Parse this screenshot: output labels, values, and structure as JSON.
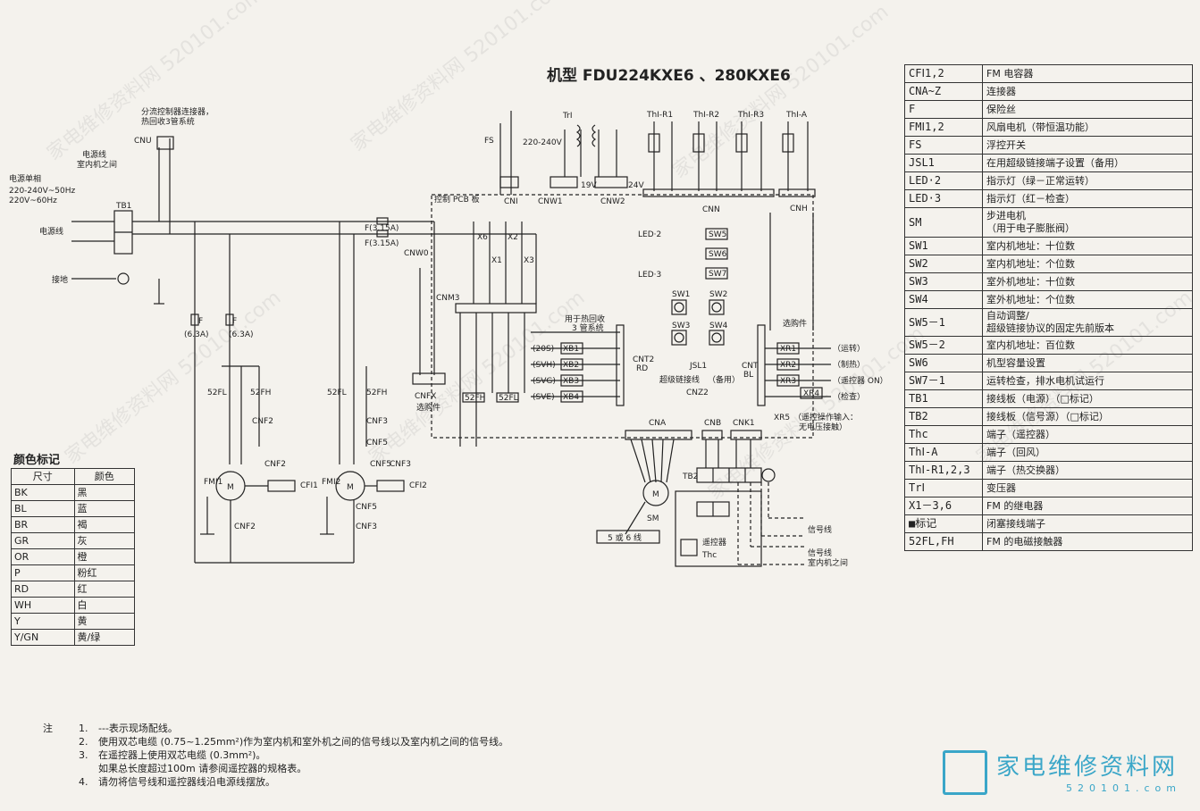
{
  "title": "机型 FDU224KXE6 、280KXE6",
  "legend": [
    {
      "code": "CFⅠ1,2",
      "desc": "FM 电容器"
    },
    {
      "code": "CNA~Z",
      "desc": "连接器"
    },
    {
      "code": "F",
      "desc": "保险丝"
    },
    {
      "code": "FMⅠ1,2",
      "desc": "风扇电机（带恒温功能）"
    },
    {
      "code": "FS",
      "desc": "浮控开关"
    },
    {
      "code": "JSL1",
      "desc": "在用超级链接端子设置（备用）"
    },
    {
      "code": "LED·2",
      "desc": "指示灯（绿－正常运转）"
    },
    {
      "code": "LED·3",
      "desc": "指示灯（红－检查）"
    },
    {
      "code": "SM",
      "desc": "步进电机",
      "desc2": "（用于电子膨胀阀）"
    },
    {
      "code": "SW1",
      "desc": "室内机地址：十位数"
    },
    {
      "code": "SW2",
      "desc": "室内机地址：个位数"
    },
    {
      "code": "SW3",
      "desc": "室外机地址：十位数"
    },
    {
      "code": "SW4",
      "desc": "室外机地址：个位数"
    },
    {
      "code": "SW5－1",
      "desc": "自动调整/",
      "desc2": "超级链接协议的固定先前版本"
    },
    {
      "code": "SW5－2",
      "desc": "室内机地址：百位数"
    },
    {
      "code": "SW6",
      "desc": "机型容量设置"
    },
    {
      "code": "SW7－1",
      "desc": "运转检查，排水电机试运行"
    },
    {
      "code": "TB1",
      "desc": "接线板（电源）（□标记）"
    },
    {
      "code": "TB2",
      "desc": "接线板（信号源）（□标记）"
    },
    {
      "code": "Thc",
      "desc": "端子（遥控器）"
    },
    {
      "code": "ThⅠ-A",
      "desc": "端子（回风）"
    },
    {
      "code": "ThⅠ-R1,2,3",
      "desc": "端子（热交换器）"
    },
    {
      "code": "TrⅠ",
      "desc": "变压器"
    },
    {
      "code": "X1－3,6",
      "desc": "FM 的继电器"
    },
    {
      "code": "■标记",
      "desc": "闭塞接线端子"
    },
    {
      "code": "52FL,FH",
      "desc": "FM 的电磁接触器"
    }
  ],
  "color_table": {
    "title": "颜色标记",
    "headers": [
      "尺寸",
      "颜色"
    ],
    "rows": [
      [
        "BK",
        "黑"
      ],
      [
        "BL",
        "蓝"
      ],
      [
        "BR",
        "褐"
      ],
      [
        "GR",
        "灰"
      ],
      [
        "OR",
        "橙"
      ],
      [
        "P",
        "粉红"
      ],
      [
        "RD",
        "红"
      ],
      [
        "WH",
        "白"
      ],
      [
        "Y",
        "黄"
      ],
      [
        "Y/GN",
        "黄/绿"
      ]
    ]
  },
  "notes": {
    "label": "注",
    "items": [
      {
        "num": "1.",
        "text": "---表示现场配线。"
      },
      {
        "num": "2.",
        "text": "使用双芯电缆 (0.75~1.25mm²)作为室内机和室外机之间的信号线以及室内机之间的信号线。"
      },
      {
        "num": "3.",
        "text": "在遥控器上使用双芯电缆 (0.3mm²)。"
      },
      {
        "num": "",
        "text": "如果总长度超过100m  请参阅遥控器的规格表。"
      },
      {
        "num": "4.",
        "text": "请勿将信号线和遥控器线沿电源线摆放。"
      }
    ]
  },
  "diagram_labels": {
    "power_source": "电源单相",
    "power_v1": "220-240V~50Hz",
    "power_v2": "220V~60Hz",
    "power_line": "电源线",
    "ground": "接地",
    "tb1": "TB1",
    "cnu": "CNU",
    "cnu_note1": "分流控制器连接器，",
    "cnu_note2": "热回收3管系统",
    "between_units1": "电源线",
    "between_units2": "室内机之间",
    "pcb": "控制 PCB 板",
    "fuse1": "F(3.15A)",
    "fuse2": "F(3.15A)",
    "fuse3": "F",
    "fuse4": "F",
    "fuse3_rating": "(6.3A)",
    "fuse4_rating": "(6.3A)",
    "tr": "TrⅠ",
    "fs": "FS",
    "v220": "220-240V",
    "v19": "19V",
    "v24": "24V",
    "thr1": "ThⅠ-R1",
    "thr2": "ThⅠ-R2",
    "thr3": "ThⅠ-R3",
    "tha": "ThⅠ-A",
    "cni": "CNⅠ",
    "cnw1": "CNW1",
    "cnw2": "CNW2",
    "cnn": "CNN",
    "cnh": "CNH",
    "cnw0": "CNW0",
    "cnm3": "CNM3",
    "cnfx": "CNFX",
    "cnfx_sub": "选购件",
    "x6": "X6",
    "x2": "X2",
    "x1": "X1",
    "x3": "X3",
    "led2": "LED·2",
    "led3": "LED·3",
    "sw5": "SW5",
    "sw6": "SW6",
    "sw7": "SW7",
    "sw1": "SW1",
    "sw2": "SW2",
    "sw3": "SW3",
    "sw4": "SW4",
    "hr_note1": "用于热回收",
    "hr_note2": "3 管系统",
    "xb1": "XB1",
    "xb2": "XB2",
    "xb3": "XB3",
    "xb4": "XB4",
    "s20s": "(20S)",
    "svh": "(SVH)",
    "svg": "(SVG)",
    "sve": "(SVE)",
    "cnt2": "CNT2",
    "cnt2_col": "RD",
    "jsl1": "JSL1",
    "superlink": "超级链接线",
    "standby": "（备用）",
    "cnz2": "CNZ2",
    "cnt": "CNT",
    "cnt_col": "BL",
    "option": "选购件",
    "xr1": "XR1",
    "xr2": "XR2",
    "xr3": "XR3",
    "xr4": "XR4",
    "run": "（运转）",
    "heat": "（制热）",
    "remote_on": "（遥控器 ON）",
    "check": "（检查）",
    "xr5": "XR5",
    "xr5_note1": "（遥控操作输入：",
    "xr5_note2": "无电压接触）",
    "cna": "CNA",
    "cnb": "CNB",
    "cnk1": "CNK1",
    "sm": "SM",
    "tb2": "TB2",
    "remote": "遥控器",
    "thc": "Thc",
    "signal1": "信号线",
    "signal2": "信号线",
    "signal3": "室内机之间",
    "cable56": "5 或 6 线",
    "fm1": "FMⅠ1",
    "fm2": "FMⅠ2",
    "cf1": "CFⅠ1",
    "cf2": "CFⅠ2",
    "cnf2": "CNF2",
    "cnf3": "CNF3",
    "cnf5": "CNF5",
    "c52fl": "52FL",
    "c52fh": "52FH",
    "m": "M"
  },
  "watermark": {
    "name": "家电维修资料网",
    "site": "520101.com",
    "diag": "家电维修资料网 520101.com"
  }
}
